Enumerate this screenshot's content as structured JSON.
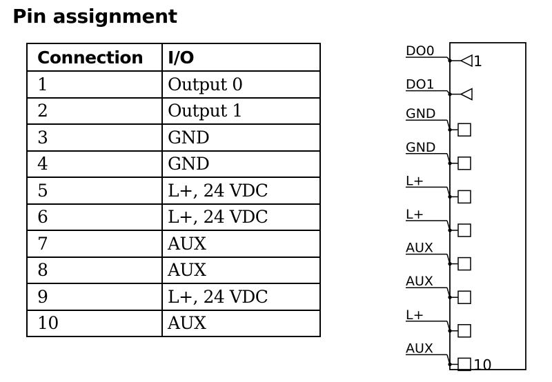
{
  "title": "Pin assignment",
  "table": {
    "headers": [
      "Connection",
      "I/O"
    ],
    "rows": [
      [
        "1",
        "Output 0"
      ],
      [
        "2",
        "Output 1"
      ],
      [
        "3",
        "GND"
      ],
      [
        "4",
        "GND"
      ],
      [
        "5",
        "L+, 24 VDC"
      ],
      [
        "6",
        "L+, 24 VDC"
      ],
      [
        "7",
        "AUX"
      ],
      [
        "8",
        "AUX"
      ],
      [
        "9",
        "L+, 24 VDC"
      ],
      [
        "10",
        "AUX"
      ]
    ]
  },
  "diagram": {
    "pins": [
      {
        "label": "DO0",
        "symbol": "output-triangle",
        "number": "1"
      },
      {
        "label": "DO1",
        "symbol": "output-triangle",
        "number": ""
      },
      {
        "label": "GND",
        "symbol": "square",
        "number": ""
      },
      {
        "label": "GND",
        "symbol": "square",
        "number": ""
      },
      {
        "label": "L+",
        "symbol": "square",
        "number": ""
      },
      {
        "label": "L+",
        "symbol": "square",
        "number": ""
      },
      {
        "label": "AUX",
        "symbol": "square",
        "number": ""
      },
      {
        "label": "AUX",
        "symbol": "square",
        "number": ""
      },
      {
        "label": "L+",
        "symbol": "square",
        "number": ""
      },
      {
        "label": "AUX",
        "symbol": "square",
        "number": "10"
      }
    ]
  }
}
